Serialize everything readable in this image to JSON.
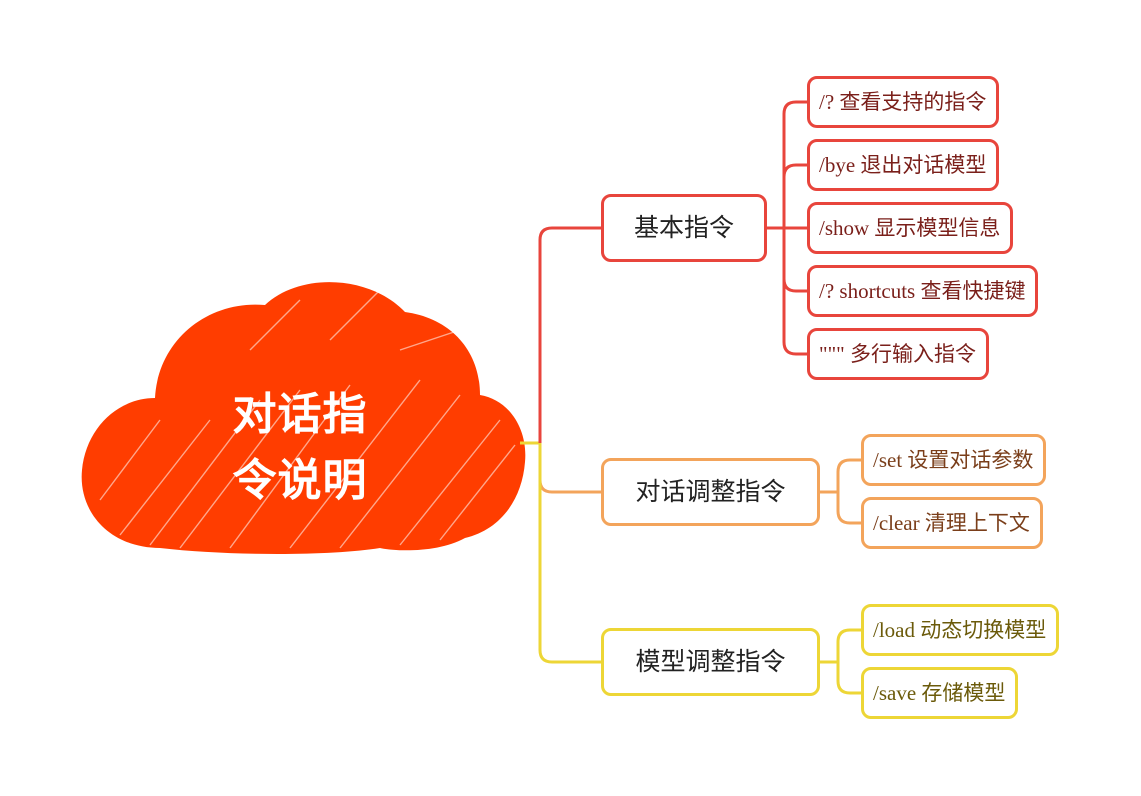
{
  "root": {
    "line1": "对话指",
    "line2": "令说明"
  },
  "colors": {
    "cloud": "#ff3d00",
    "branch_1": "#e8453c",
    "branch_2": "#f3a45b",
    "branch_3": "#edd636"
  },
  "branches": [
    {
      "label": "基本指令",
      "children": [
        "/? 查看支持的指令",
        "/bye 退出对话模型",
        "/show 显示模型信息",
        "/? shortcuts 查看快捷键",
        "\"\"\" 多行输入指令"
      ]
    },
    {
      "label": "对话调整指令",
      "children": [
        "/set 设置对话参数",
        "/clear 清理上下文"
      ]
    },
    {
      "label": "模型调整指令",
      "children": [
        "/load 动态切换模型",
        "/save 存储模型"
      ]
    }
  ]
}
